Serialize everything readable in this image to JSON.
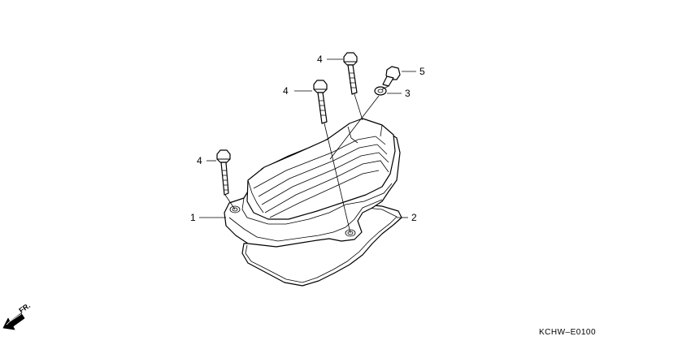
{
  "callouts": {
    "part_1": "1",
    "part_2": "2",
    "part_3": "3",
    "part_4a": "4",
    "part_4b": "4",
    "part_4c": "4",
    "part_5": "5"
  },
  "direction_label": "FR.",
  "diagram_code": "KCHW–E0100"
}
